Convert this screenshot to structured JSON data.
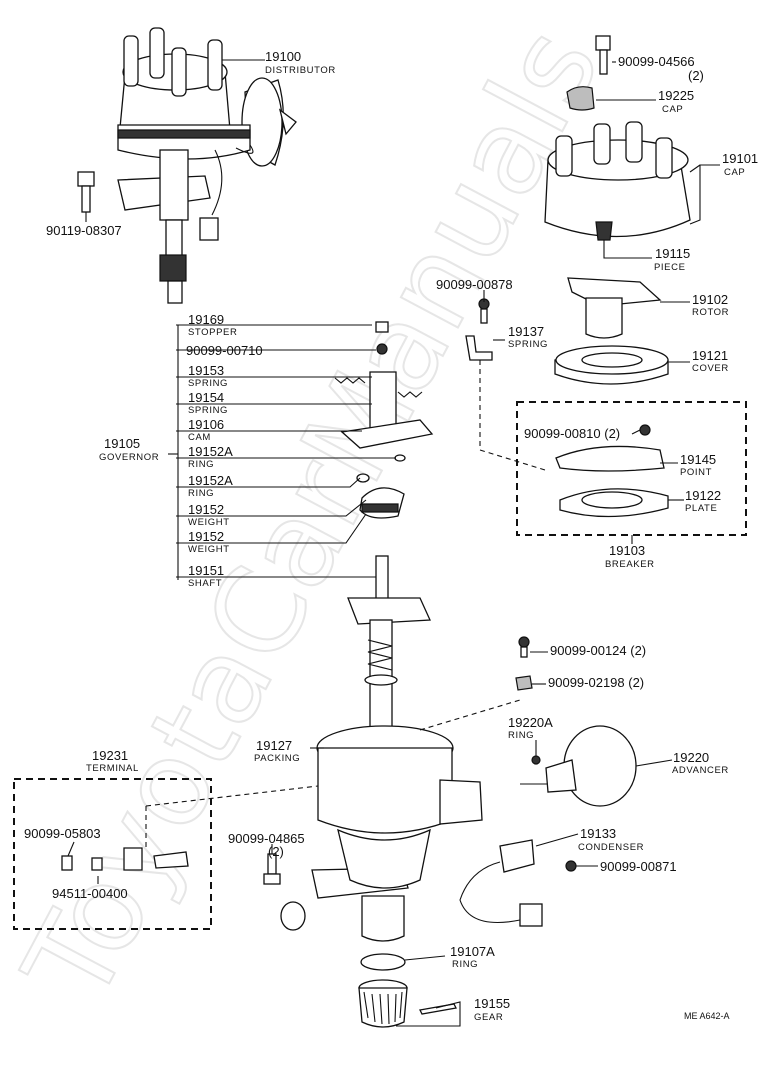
{
  "watermark": "ToyotaCarManuals",
  "reference_code": "ME  A642-A",
  "callouts": [
    {
      "id": "c19100",
      "number": "19100",
      "name": "DISTRIBUTOR"
    },
    {
      "id": "c9011908307",
      "number": "90119-08307",
      "name": ""
    },
    {
      "id": "c9009904566",
      "number": "90099-04566",
      "name": "(2)"
    },
    {
      "id": "c19225",
      "number": "19225",
      "name": "CAP"
    },
    {
      "id": "c19101",
      "number": "19101",
      "name": "CAP"
    },
    {
      "id": "c19115",
      "number": "19115",
      "name": "PIECE"
    },
    {
      "id": "c9009900878",
      "number": "90099-00878",
      "name": ""
    },
    {
      "id": "c19102",
      "number": "19102",
      "name": "ROTOR"
    },
    {
      "id": "c19137",
      "number": "19137",
      "name": "SPRING"
    },
    {
      "id": "c19121",
      "number": "19121",
      "name": "COVER"
    },
    {
      "id": "c19169",
      "number": "19169",
      "name": "STOPPER"
    },
    {
      "id": "c9009900710",
      "number": "90099-00710",
      "name": ""
    },
    {
      "id": "c19153",
      "number": "19153",
      "name": "SPRING"
    },
    {
      "id": "c19154",
      "number": "19154",
      "name": "SPRING"
    },
    {
      "id": "c19106",
      "number": "19106",
      "name": "CAM"
    },
    {
      "id": "c19105",
      "number": "19105",
      "name": "GOVERNOR"
    },
    {
      "id": "c19152Aa",
      "number": "19152A",
      "name": "RING"
    },
    {
      "id": "c19152Ab",
      "number": "19152A",
      "name": "RING"
    },
    {
      "id": "c19152a",
      "number": "19152",
      "name": "WEIGHT"
    },
    {
      "id": "c19152b",
      "number": "19152",
      "name": "WEIGHT"
    },
    {
      "id": "c19151",
      "number": "19151",
      "name": "SHAFT"
    },
    {
      "id": "c9009900810",
      "number": "90099-00810 (2)",
      "name": ""
    },
    {
      "id": "c19145",
      "number": "19145",
      "name": "POINT"
    },
    {
      "id": "c19122",
      "number": "19122",
      "name": "PLATE"
    },
    {
      "id": "c19103",
      "number": "19103",
      "name": "BREAKER"
    },
    {
      "id": "c9009900124",
      "number": "90099-00124 (2)",
      "name": ""
    },
    {
      "id": "c9009902198",
      "number": "90099-02198 (2)",
      "name": ""
    },
    {
      "id": "c19231",
      "number": "19231",
      "name": "TERMINAL"
    },
    {
      "id": "c19127",
      "number": "19127",
      "name": "PACKING"
    },
    {
      "id": "c19220A",
      "number": "19220A",
      "name": "RING"
    },
    {
      "id": "c19220",
      "number": "19220",
      "name": "ADVANCER"
    },
    {
      "id": "c9009905803",
      "number": "90099-05803",
      "name": ""
    },
    {
      "id": "c9009904865",
      "number": "90099-04865",
      "name": "(2)"
    },
    {
      "id": "c19133",
      "number": "19133",
      "name": "CONDENSER"
    },
    {
      "id": "c9451100400",
      "number": "94511-00400",
      "name": ""
    },
    {
      "id": "c9009900871",
      "number": "90099-00871",
      "name": ""
    },
    {
      "id": "c19107A",
      "number": "19107A",
      "name": "RING"
    },
    {
      "id": "c19155",
      "number": "19155",
      "name": "GEAR"
    }
  ]
}
